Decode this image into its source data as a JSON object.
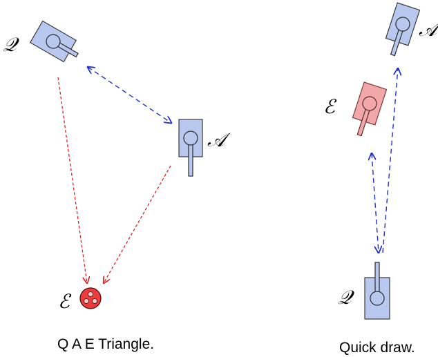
{
  "left_panel": {
    "caption": "Q A E Triangle.",
    "labels": {
      "q": "𝒬",
      "a": "𝒜",
      "e": "ℰ"
    }
  },
  "right_panel": {
    "caption": "Quick draw.",
    "labels": {
      "q": "𝒬",
      "a": "𝒜",
      "e": "ℰ"
    }
  },
  "colors": {
    "blue_tank": "#b9c8ee",
    "red_tank": "#f2a8a8",
    "blue_arrow": "#1f2fd0",
    "red_arrow": "#e02020",
    "target_fill": "#ee3b3b"
  }
}
